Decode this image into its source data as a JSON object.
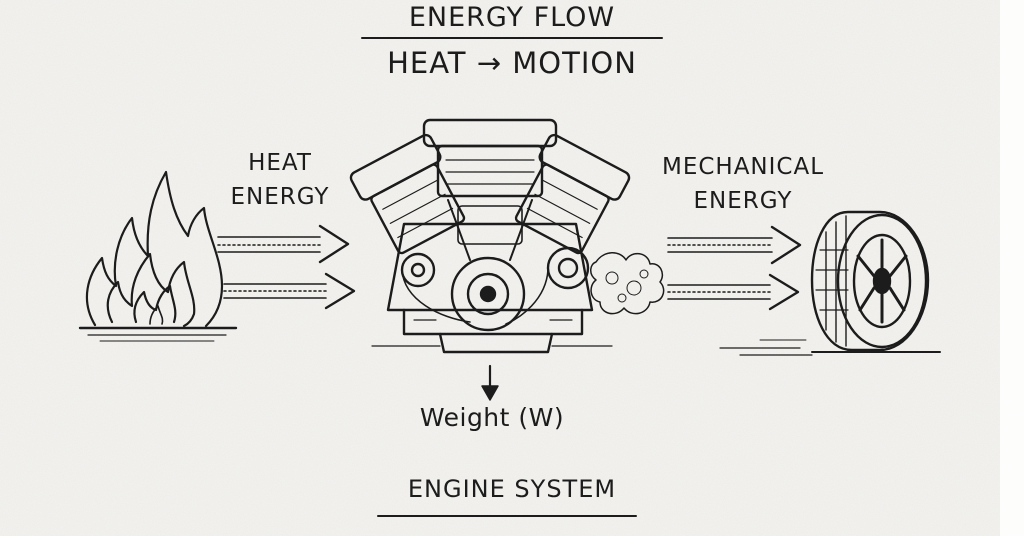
{
  "title": "ENERGY FLOW",
  "subtitle": {
    "from": "HEAT",
    "arrow": "→",
    "to": "MOTION"
  },
  "labels": {
    "heat_line1": "HEAT",
    "heat_line2": "ENERGY",
    "mech_line1": "MECHANICAL",
    "mech_line2": "ENERGY",
    "weight": "Weight (W)",
    "system": "ENGINE SYSTEM"
  },
  "icons": {
    "source": "flame-icon",
    "converter": "engine-icon",
    "output": "tire-icon",
    "exhaust": "smoke-icon"
  },
  "colors": {
    "ink": "#1c1c1c",
    "paper": "#f3f2ef"
  }
}
